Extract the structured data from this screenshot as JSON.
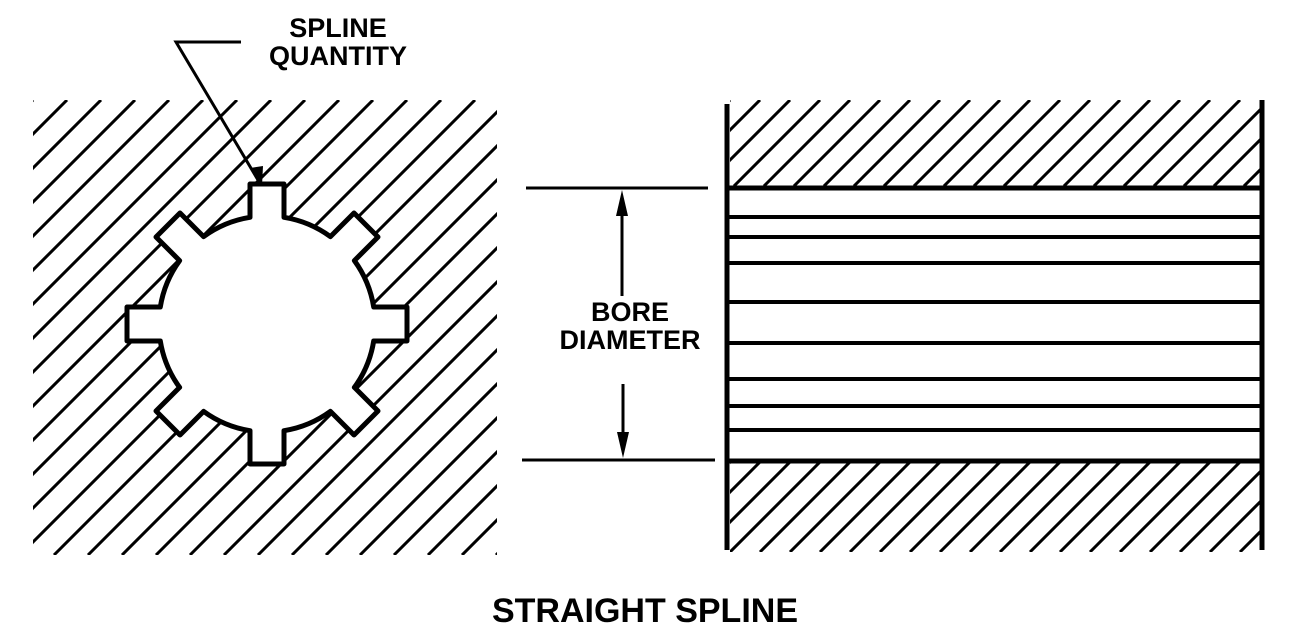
{
  "diagram": {
    "title": "STRAIGHT SPLINE",
    "callouts": {
      "spline_quantity": [
        "SPLINE",
        "QUANTITY"
      ],
      "bore_diameter": [
        "BORE",
        "DIAMETER"
      ]
    },
    "end_view": {
      "spline_count": 8,
      "section": "hatched"
    },
    "side_view": {
      "section": "hatched",
      "internal_spline_lines": 8
    },
    "colors": {
      "ink": "#000000",
      "background": "#ffffff"
    }
  }
}
